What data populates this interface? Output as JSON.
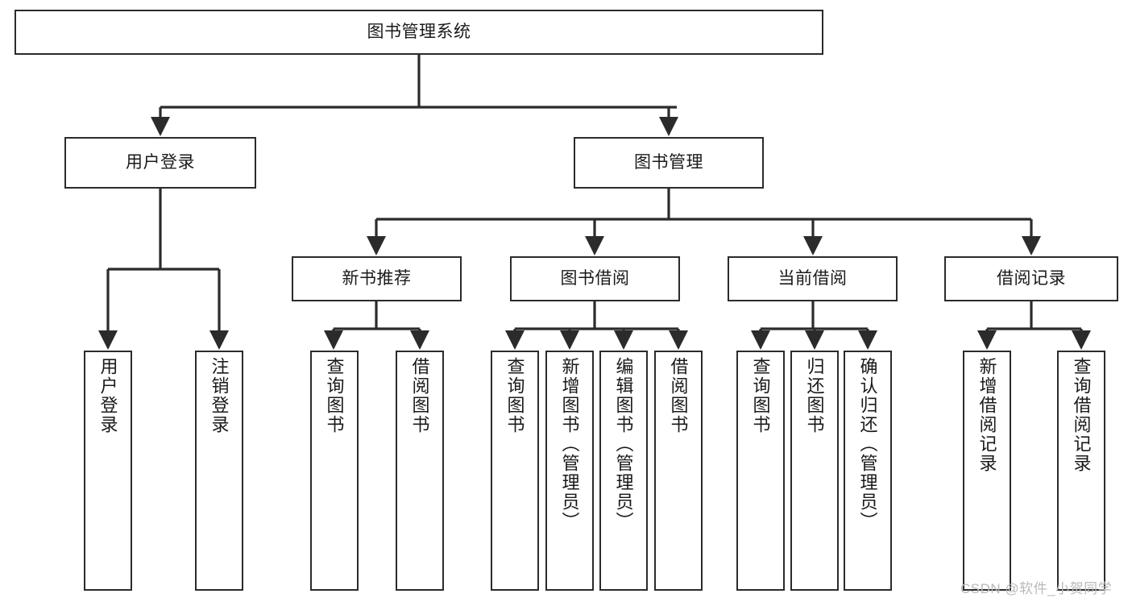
{
  "diagram": {
    "title": "图书管理系统",
    "type": "功能结构图",
    "root": {
      "id": "root",
      "label": "图书管理系统"
    },
    "level2": [
      {
        "id": "user-login",
        "label": "用户登录"
      },
      {
        "id": "book-manage",
        "label": "图书管理"
      }
    ],
    "level3": [
      {
        "id": "new-book-recommend",
        "label": "新书推荐",
        "parent": "book-manage"
      },
      {
        "id": "book-borrow",
        "label": "图书借阅",
        "parent": "book-manage"
      },
      {
        "id": "current-borrow",
        "label": "当前借阅",
        "parent": "book-manage"
      },
      {
        "id": "borrow-record",
        "label": "借阅记录",
        "parent": "book-manage"
      }
    ],
    "leaves": [
      {
        "id": "leaf-user-login",
        "label": "用户登录",
        "parent": "user-login"
      },
      {
        "id": "leaf-logout-login",
        "label": "注销登录",
        "parent": "user-login"
      },
      {
        "id": "leaf-query-book-1",
        "label": "查询图书",
        "parent": "new-book-recommend"
      },
      {
        "id": "leaf-borrow-book-1",
        "label": "借阅图书",
        "parent": "new-book-recommend"
      },
      {
        "id": "leaf-query-book-2",
        "label": "查询图书",
        "parent": "book-borrow"
      },
      {
        "id": "leaf-add-book",
        "label": "新增图书（管理员）",
        "parent": "book-borrow"
      },
      {
        "id": "leaf-edit-book",
        "label": "编辑图书（管理员）",
        "parent": "book-borrow"
      },
      {
        "id": "leaf-borrow-book-2",
        "label": "借阅图书",
        "parent": "book-borrow"
      },
      {
        "id": "leaf-query-book-3",
        "label": "查询图书",
        "parent": "current-borrow"
      },
      {
        "id": "leaf-return-book",
        "label": "归还图书",
        "parent": "current-borrow"
      },
      {
        "id": "leaf-confirm-return",
        "label": "确认归还（管理员）",
        "parent": "current-borrow"
      },
      {
        "id": "leaf-add-record",
        "label": "新增借阅记录",
        "parent": "borrow-record"
      },
      {
        "id": "leaf-query-record",
        "label": "查询借阅记录",
        "parent": "borrow-record"
      }
    ],
    "colors": {
      "stroke": "#2b2b2b",
      "fill": "#ffffff",
      "text": "#1a1a1a",
      "watermark": "#b9b9b9"
    }
  },
  "watermark": {
    "text": "CSDN @软件_小贺同学"
  }
}
